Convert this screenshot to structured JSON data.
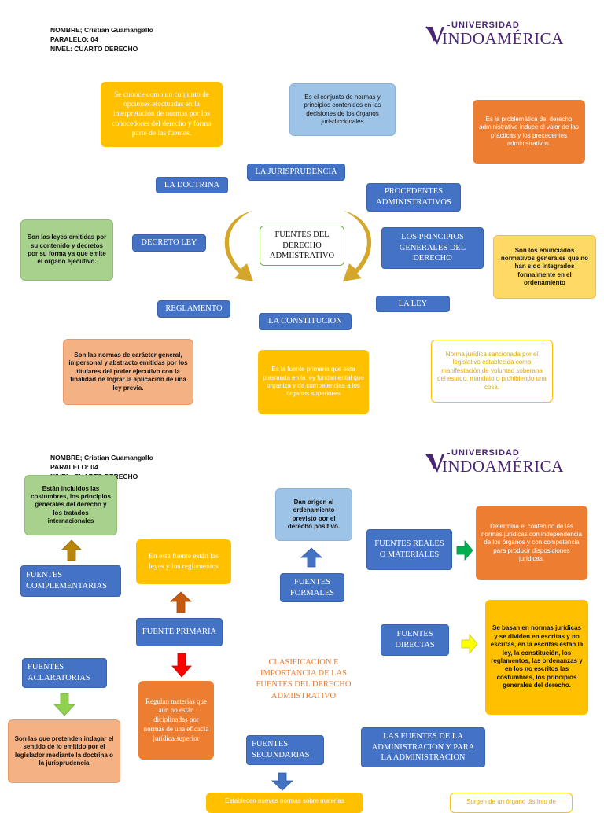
{
  "page1": {
    "header": {
      "line1": "NOMBRE; Cristian Guamangallo",
      "line2": "PARALELO: 04",
      "line3": "NIVEL: CUARTO DERECHO"
    },
    "logo": {
      "top": "UNIVERSIDAD",
      "bottom": "INDOAMÉRICA"
    },
    "center": "FUENTES DEL DERECHO ADMIISTRATIVO",
    "labels": {
      "doctrina": "LA DOCTRINA",
      "jurisprudencia": "LA JURISPRUDENCIA",
      "procedentes": "PROCEDENTES ADMINISTRATIVOS",
      "decreto": "DECRETO LEY",
      "principios": "LOS PRINCIPIOS GENERALES DEL DERECHO",
      "reglamento": "REGLAMENTO",
      "ley": "LA LEY",
      "constitucion": "LA CONSTITUCION"
    },
    "descriptions": {
      "doctrina": "Se conoce como un conjunto de opciones efectuadas en la interpretación de normas por los conocedores del derecho y forma parte de las fuentes.",
      "jurisprudencia": "Es el conjunto de normas y principios contenidos en las decisiones de los órganos jurisdiccionales",
      "procedentes": "Es la problemática del derecho administrativo induce el valor de las prácticas y los precedentes administrativos.",
      "decreto": "Son las leyes emitidas por su contenido y decretos por su forma ya que emite el órgano ejecutivo.",
      "principios": "Son los enunciados normativos generales que no han sido integrados formalmente en el ordenamiento",
      "reglamento": "Son las normas de carácter general, impersonal y abstracto emitidas por los titulares del poder ejecutivo con la finalidad de lograr la aplicación de una ley previa.",
      "constitucion": "Es la fuente primaria que esta plasmada en la ley fundamental que organiza y da competencias a los órganos superiores",
      "ley": "Norma jurídica sancionada por el legislativo establecida como manifestación de voluntad soberana del estado, mandato o prohibiendo una cosa."
    }
  },
  "page2": {
    "header": {
      "line1": "NOMBRE; Cristian Guamangallo",
      "line2": "PARALELO: 04",
      "line3": "NIVEL: CUARTO DERECHO"
    },
    "logo": {
      "top": "UNIVERSIDAD",
      "bottom": "INDOAMÉRICA"
    },
    "title": "CLASIFICACION E IMPORTANCIA DE LAS FUENTES DEL DERECHO ADMIISTRATIVO",
    "labels": {
      "complementarias": "FUENTES COMPLEMENTARIAS",
      "primaria": "FUENTE PRIMARIA",
      "formales": "FUENTES FORMALES",
      "reales": "FUENTES REALES O MATERIALES",
      "aclaratorias": "FUENTES ACLARATORIAS",
      "directas": "FUENTES DIRECTAS",
      "secundarias": "FUENTES SECUNDARIAS",
      "administracion": "LAS FUENTES DE LA ADMINISTRACION Y PARA LA ADMINISTRACION"
    },
    "descriptions": {
      "complementarias": "Están incluidos las costumbres, los principios generales del derecho y los tratados internacionales",
      "primaria_top": "En esta fuente están las leyes y los reglamentos",
      "formales": "Dan origen al ordenamiento previsto por el derecho positivo.",
      "reales": "Determina el contenido de las normas jurídicas con independencia de los órganos y con competencia para producir disposiciones jurídicas.",
      "directas": "Se basan en normas jurídicas y se dividen en escritas y no escritas, en la escritas están la ley, la constitución, los reglamentos, las ordenanzas y en los no escritos las costumbres, los principios generales del derecho.",
      "primaria_bottom": "Regulan materias que aún no están diciplinadas por normas de una eficacia jurídica superior",
      "aclaratorias": "Son las que pretenden indagar el sentido de lo emitido por el legislador mediante la doctrina o la jurisprudencia",
      "secundarias": "Establecen nuevas normas sobre materias",
      "administracion": "Surgen de un órgano distinto de"
    }
  }
}
